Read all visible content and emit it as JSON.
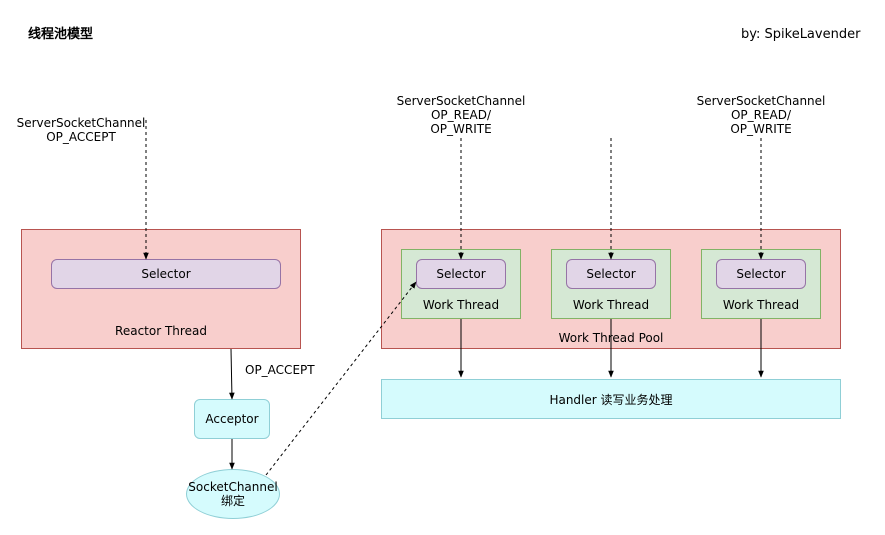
{
  "title": "线程池模型",
  "author": "by: SpikeLavender",
  "reactor": {
    "channel_label": [
      "ServerSocketChannel",
      "OP_ACCEPT"
    ],
    "selector_label": "Selector",
    "thread_label": "Reactor Thread"
  },
  "accept_edge_label": "OP_ACCEPT",
  "acceptor_label": "Acceptor",
  "socket_channel_label": [
    "SocketChannel",
    "绑定"
  ],
  "pool": {
    "label": "Work Thread Pool",
    "channel_label": [
      "ServerSocketChannel",
      "OP_READ/",
      "OP_WRITE"
    ],
    "workers": [
      {
        "selector_label": "Selector",
        "thread_label": "Work Thread"
      },
      {
        "selector_label": "Selector",
        "thread_label": "Work Thread"
      },
      {
        "selector_label": "Selector",
        "thread_label": "Work Thread"
      }
    ]
  },
  "handler_label": "Handler 读写业务处理",
  "colors": {
    "thread_fill": "#f8cecc",
    "selector_fill": "#e1d5e7",
    "worker_fill": "#d5e8d4",
    "acceptor_fill": "#d5fbfd"
  }
}
